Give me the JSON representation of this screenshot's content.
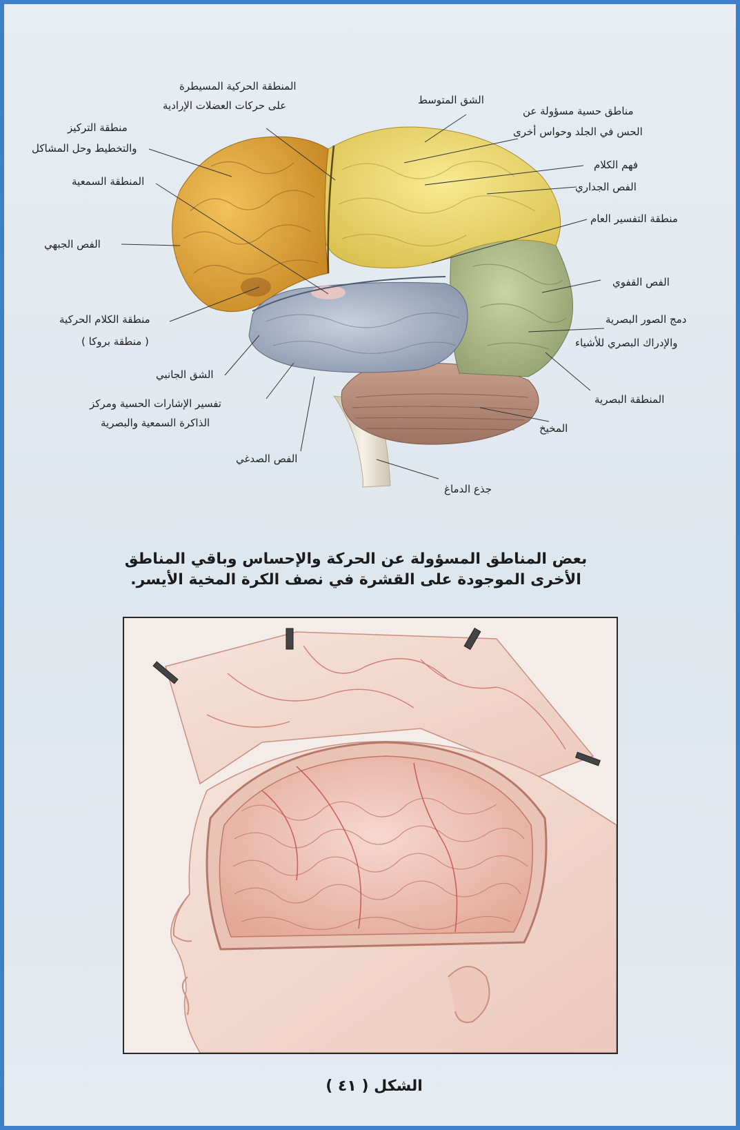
{
  "labels": {
    "motor_area": "المنطقة الحركية المسيطرة",
    "motor_area_2": "على حركات العضلات الإرادية",
    "central_sulcus": "الشق المتوسط",
    "sensory_1": "مناطق حسية مسؤولة عن",
    "sensory_2": "الحس في الجلد وحواس أخرى",
    "concentration_1": "منطقة التركيز",
    "concentration_2": "والتخطيط وحل المشاكل",
    "speech_understanding": "فهم الكلام",
    "parietal_lobe": "الفص الجداري",
    "auditory_area": "المنطقة السمعية",
    "interpretation_area": "منطقة التفسير العام",
    "frontal_lobe": "الفص الجبهي",
    "occipital_lobe": "الفص القفوي",
    "visual_merge": "دمج الصور البصرية",
    "visual_perception": "والإدراك البصري للأشياء",
    "broca_1": "منطقة الكلام الحركية",
    "broca_2": "( منطقة بروكا )",
    "lateral_sulcus": "الشق الجانبي",
    "visual_area": "المنطقة البصرية",
    "interpret_signals_1": "تفسير الإشارات الحسية ومركز",
    "interpret_signals_2": "الذاكرة السمعية والبصرية",
    "cerebellum": "المخيخ",
    "temporal_lobe": "الفص الصدغي",
    "brainstem": "جذع الدماغ"
  },
  "caption": {
    "line1": "بعض المناطق المسؤولة عن الحركة والإحساس وباقي المناطق",
    "line2": "الأخرى الموجودة على القشرة في نصف الكرة المخية الأيسر."
  },
  "figure_number": "الشكل ( ٤١ )",
  "colors": {
    "frontal": "#e3a93a",
    "parietal": "#efd86a",
    "temporal": "#a9b4c8",
    "occipital": "#aebe8a",
    "cerebellum": "#b88f7e",
    "brainstem": "#e9e1cf",
    "border": "#3d7fc9"
  }
}
